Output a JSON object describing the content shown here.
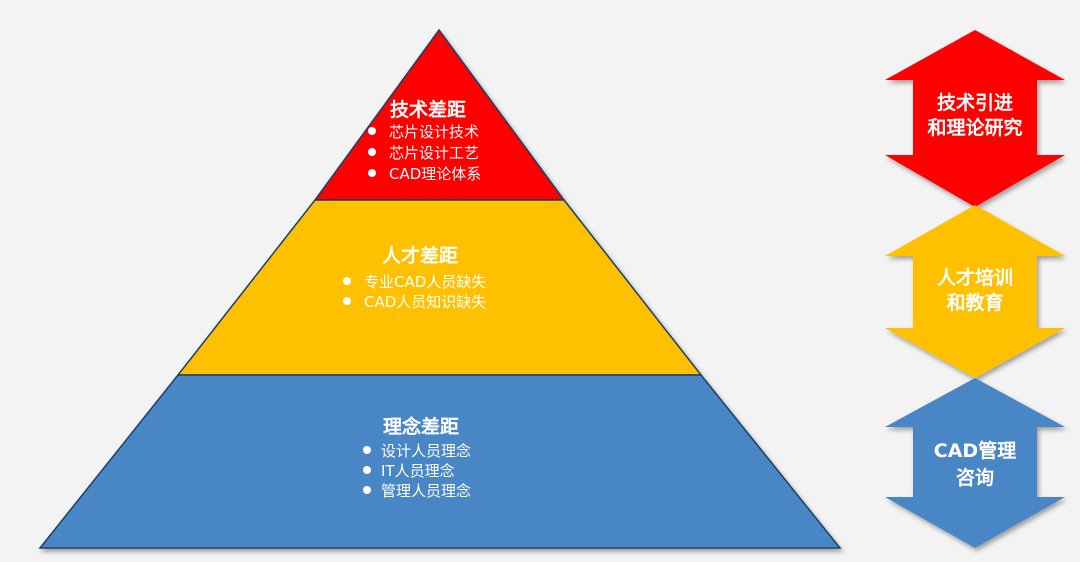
{
  "pyramid": {
    "top": {
      "title": "技术差距",
      "color": "#ff0000",
      "items": [
        "芯片设计技术",
        "芯片设计工艺",
        "CAD理论体系"
      ]
    },
    "middle": {
      "title": "人才差距",
      "color": "#ffc000",
      "items": [
        "专业CAD人员缺失",
        "CAD人员知识缺失"
      ]
    },
    "bottom": {
      "title": "理念差距",
      "color": "#4a86c6",
      "items": [
        "设计人员理念",
        "IT人员理念",
        "管理人员理念"
      ]
    }
  },
  "arrows": [
    {
      "lines": [
        "技术引进",
        "和理论研究"
      ],
      "color": "#ff0000"
    },
    {
      "lines": [
        "人才培训",
        "和教育"
      ],
      "color": "#ffc000"
    },
    {
      "lines": [
        "CAD管理",
        "咨询"
      ],
      "color": "#4a86c6"
    }
  ]
}
